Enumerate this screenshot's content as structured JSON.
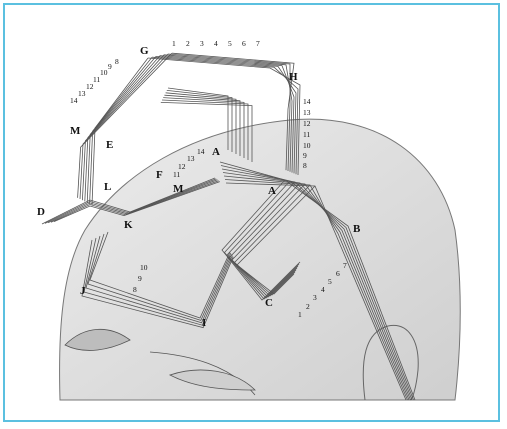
{
  "diagram": {
    "section_labels": [
      "A",
      "B",
      "C",
      "D",
      "E",
      "F",
      "G",
      "H",
      "I",
      "J",
      "K",
      "L",
      "M"
    ],
    "section_labels_repeat": {
      "A2": "A",
      "M2": "M"
    },
    "numbers_front": [
      "1",
      "2",
      "3",
      "4",
      "5",
      "6",
      "7"
    ],
    "numbers_right": [
      "14",
      "13",
      "12",
      "11",
      "10",
      "9",
      "8"
    ],
    "numbers_left": [
      "8",
      "9",
      "10",
      "11",
      "12",
      "13",
      "14"
    ],
    "numbers_center": [
      "14",
      "13",
      "12",
      "11"
    ],
    "numbers_bottom_right": [
      "1",
      "2",
      "3",
      "4",
      "5",
      "6",
      "7"
    ],
    "numbers_bottom_left": [
      "10",
      "9",
      "8"
    ]
  },
  "colors": {
    "frame": "#5bc0e0",
    "head_fill": "#d9d9d9",
    "stroke": "#555555"
  }
}
